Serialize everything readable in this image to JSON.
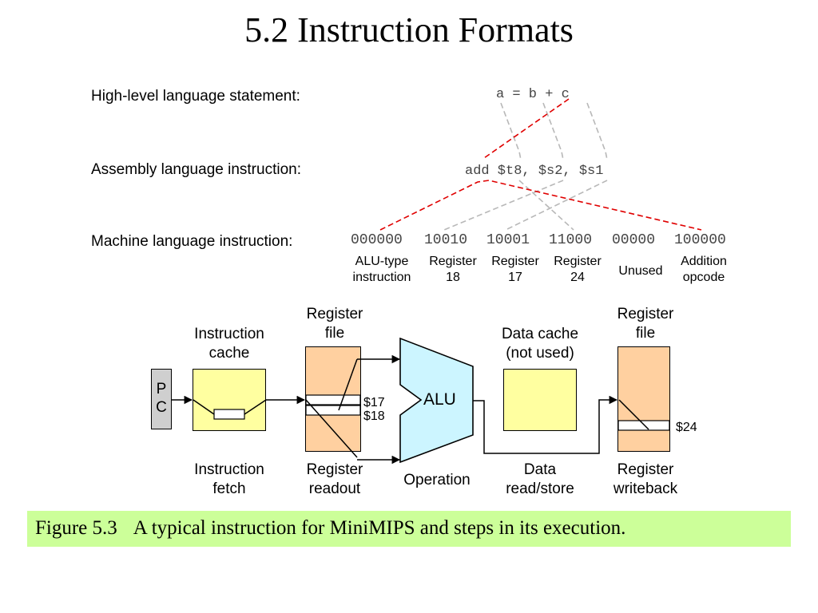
{
  "title": "5.2  Instruction Formats",
  "rows": {
    "high_level_label": "High-level language statement:",
    "high_level_code": "a = b + c",
    "assembly_label": "Assembly language instruction:",
    "assembly_code": "add $t8, $s2, $s1",
    "machine_label": "Machine language instruction:"
  },
  "machine_fields": [
    {
      "bits": "000000",
      "label_line1": "ALU-type",
      "label_line2": "instruction"
    },
    {
      "bits": "10010",
      "label_line1": "Register",
      "label_line2": "18"
    },
    {
      "bits": "10001",
      "label_line1": "Register",
      "label_line2": "17"
    },
    {
      "bits": "11000",
      "label_line1": "Register",
      "label_line2": "24"
    },
    {
      "bits": "00000",
      "label_line1": "Unused",
      "label_line2": ""
    },
    {
      "bits": "100000",
      "label_line1": "Addition",
      "label_line2": "opcode"
    }
  ],
  "datapath": {
    "pc_line1": "P",
    "pc_line2": "C",
    "icache_title": [
      "Instruction",
      "cache"
    ],
    "regfile_title": [
      "Register",
      "file"
    ],
    "alu_label": "ALU",
    "dcache_title": [
      "Data cache",
      "(not used)"
    ],
    "regfile2_title": [
      "Register",
      "file"
    ],
    "reg_s17": "$17",
    "reg_s18": "$18",
    "reg_s24": "$24"
  },
  "stages": [
    [
      "Instruction",
      "fetch"
    ],
    [
      "Register",
      "readout"
    ],
    [
      "Operation"
    ],
    [
      "Data",
      "read/store"
    ],
    [
      "Register",
      "writeback"
    ]
  ],
  "caption": {
    "number": "Figure 5.3",
    "text": "A typical instruction for MiniMIPS and steps in its execution."
  },
  "colors": {
    "cache_fill": "#ffffa0",
    "regfile_fill": "#ffd0a0",
    "alu_fill": "#ccf5ff",
    "pc_fill": "#cfcfcf",
    "caption_bg": "#ccff99",
    "red_dash": "#e00000",
    "gray_dash": "#b8b8b8"
  }
}
